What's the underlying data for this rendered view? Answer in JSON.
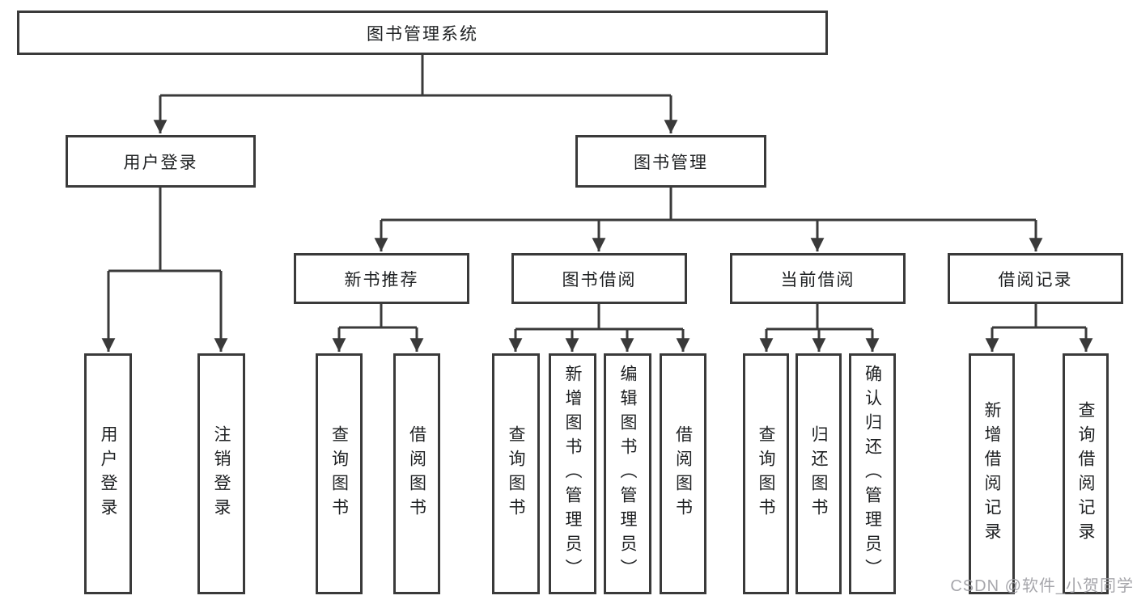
{
  "diagram_type": "hierarchy-tree",
  "colors": {
    "line": "#3a3a3a",
    "box_border": "#3a3a3a",
    "text": "#1e2022",
    "background": "#ffffff",
    "watermark": "#9e9ea4"
  },
  "tree": {
    "root": {
      "label": "图书管理系统",
      "children": [
        {
          "label": "用户登录",
          "children": [
            {
              "label": "用户登录"
            },
            {
              "label": "注销登录"
            }
          ]
        },
        {
          "label": "图书管理",
          "children": [
            {
              "label": "新书推荐",
              "children": [
                {
                  "label": "查询图书"
                },
                {
                  "label": "借阅图书"
                }
              ]
            },
            {
              "label": "图书借阅",
              "children": [
                {
                  "label": "查询图书"
                },
                {
                  "label": "新增图书（管理员）"
                },
                {
                  "label": "编辑图书（管理员）"
                },
                {
                  "label": "借阅图书"
                }
              ]
            },
            {
              "label": "当前借阅",
              "children": [
                {
                  "label": "查询图书"
                },
                {
                  "label": "归还图书"
                },
                {
                  "label": "确认归还（管理员）"
                }
              ]
            },
            {
              "label": "借阅记录",
              "children": [
                {
                  "label": "新增借阅记录"
                },
                {
                  "label": "查询借阅记录"
                }
              ]
            }
          ]
        }
      ]
    }
  },
  "watermark": "CSDN @软件_小贺同学"
}
